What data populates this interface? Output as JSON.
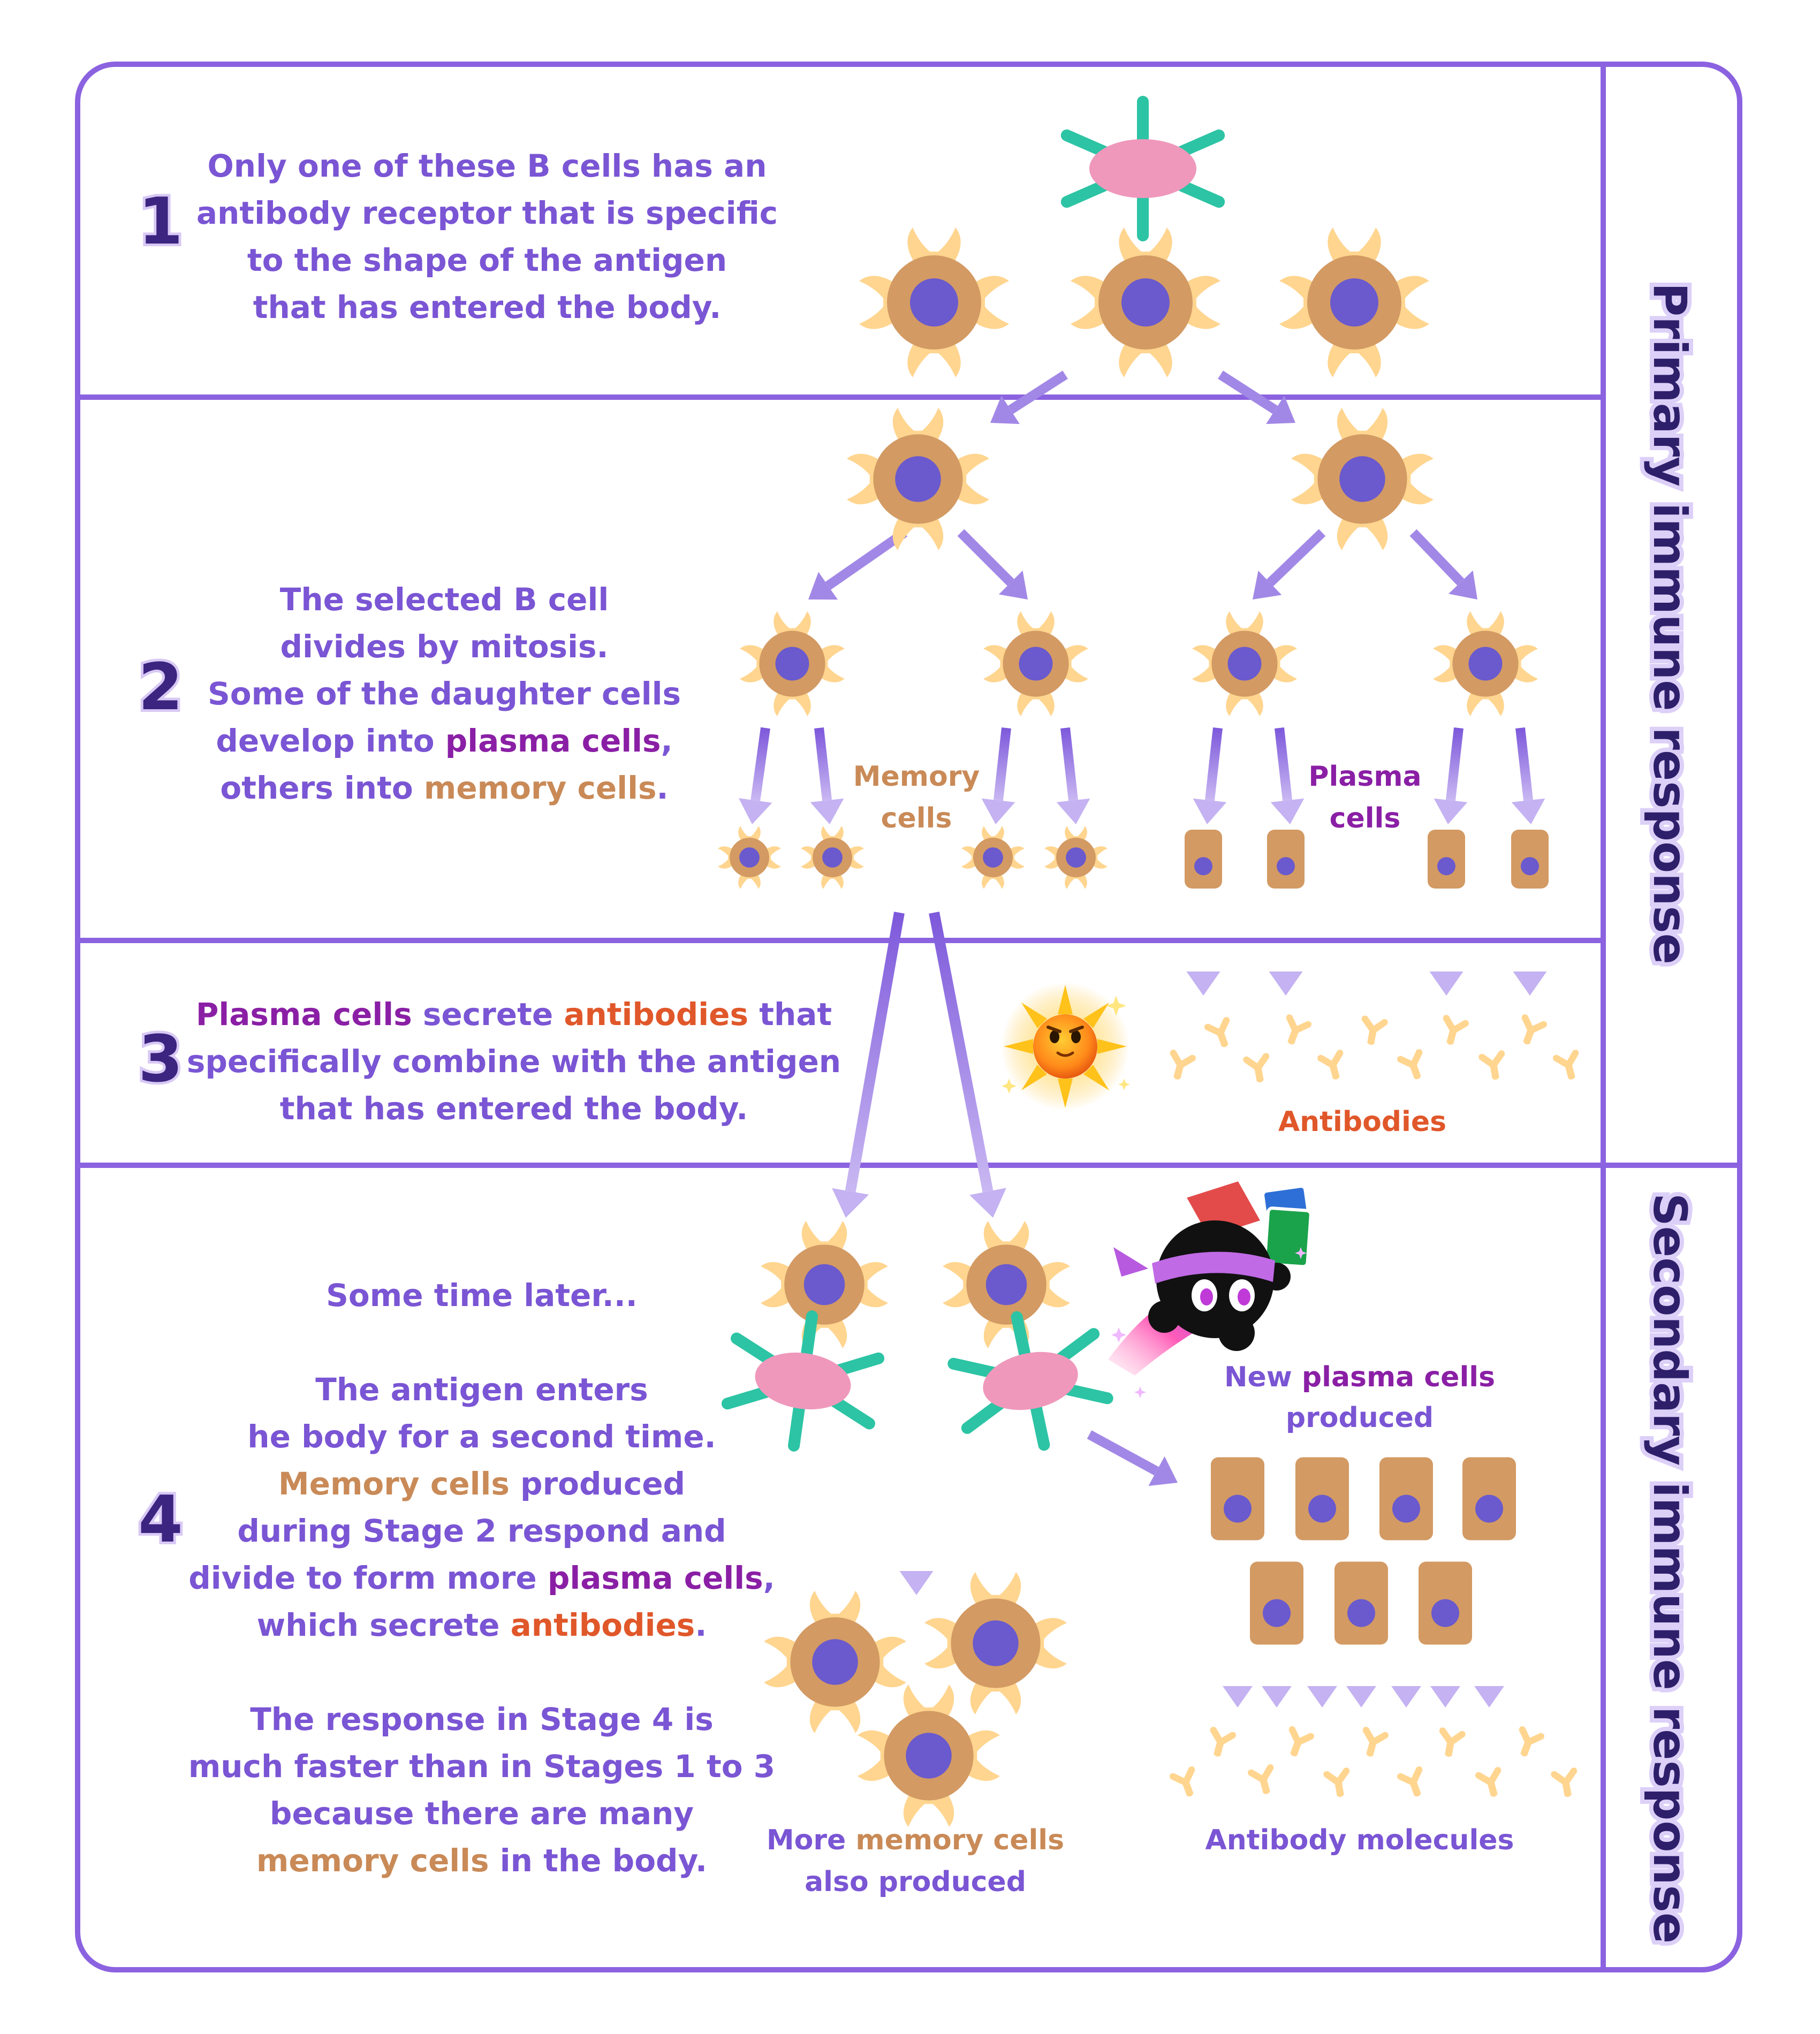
{
  "stages": [
    {
      "number": "1",
      "lines": [
        [
          {
            "t": "Only one of these B cells has an"
          }
        ],
        [
          {
            "t": "antibody receptor that is specific"
          }
        ],
        [
          {
            "t": "to the shape of the antigen"
          }
        ],
        [
          {
            "t": "that has entered the body."
          }
        ]
      ]
    },
    {
      "number": "2",
      "lines": [
        [
          {
            "t": "The selected B cell"
          }
        ],
        [
          {
            "t": "divides by mitosis."
          }
        ],
        [
          {
            "t": "Some of the daughter cells"
          }
        ],
        [
          {
            "t": "develop into "
          },
          {
            "t": "plasma cells",
            "c": "plasma"
          },
          {
            "t": ","
          }
        ],
        [
          {
            "t": "others into "
          },
          {
            "t": "memory cells",
            "c": "memory"
          },
          {
            "t": "."
          }
        ]
      ]
    },
    {
      "number": "3",
      "lines": [
        [
          {
            "t": "Plasma cells",
            "c": "plasma"
          },
          {
            "t": " secrete "
          },
          {
            "t": "antibodies",
            "c": "antibody"
          },
          {
            "t": " that"
          }
        ],
        [
          {
            "t": "specifically combine with the antigen"
          }
        ],
        [
          {
            "t": "that has entered the body."
          }
        ]
      ]
    },
    {
      "number": "4",
      "lines": [
        [
          {
            "t": "Some time later..."
          }
        ],
        [
          {
            "t": ""
          }
        ],
        [
          {
            "t": "The antigen enters"
          }
        ],
        [
          {
            "t": "he body for a second time."
          }
        ],
        [
          {
            "t": "Memory cells",
            "c": "memory"
          },
          {
            "t": " produced"
          }
        ],
        [
          {
            "t": "during Stage 2 respond and"
          }
        ],
        [
          {
            "t": "divide to form more "
          },
          {
            "t": "plasma cells",
            "c": "plasma"
          },
          {
            "t": ","
          }
        ],
        [
          {
            "t": "which secrete "
          },
          {
            "t": "antibodies",
            "c": "antibody"
          },
          {
            "t": "."
          }
        ],
        [
          {
            "t": ""
          }
        ],
        [
          {
            "t": "The response in Stage 4 is"
          }
        ],
        [
          {
            "t": "much faster than in Stages 1 to 3"
          }
        ],
        [
          {
            "t": "because there are many"
          }
        ],
        [
          {
            "t": "memory cells",
            "c": "memory"
          },
          {
            "t": " in the body."
          }
        ]
      ]
    }
  ],
  "side_labels": {
    "primary": "Primary immune response",
    "secondary": "Secondary immune response"
  },
  "labels": {
    "memory_cells": [
      "Memory",
      "cells"
    ],
    "plasma_cells": [
      "Plasma",
      "cells"
    ],
    "antibodies": "Antibodies",
    "new_plasma": [
      [
        {
          "t": "New "
        },
        {
          "t": "plasma cells",
          "c": "plasma"
        }
      ],
      [
        {
          "t": "produced",
          "c": "purple"
        }
      ]
    ],
    "more_memory": [
      [
        {
          "t": "More "
        },
        {
          "t": "memory cells",
          "c": "memory"
        }
      ],
      [
        {
          "t": "also produced",
          "c": "purple"
        }
      ]
    ],
    "antibody_molecules": "Antibody molecules"
  },
  "colors": {
    "frame": "#8b62e0",
    "text": "#7a55d4",
    "stage_number": "#3b2580",
    "memory": "#c98a57",
    "plasma": "#8a1fa5",
    "antibody": "#e0572a",
    "cell_body": "#d39a63",
    "cell_nucleus": "#6a5acd",
    "receptor": "#ffd58f",
    "antigen": "#ef98bb",
    "antigen_spikes": "#2cc4a4",
    "arrow": "#a288e6"
  },
  "icons": [
    "sun-mascot-icon",
    "ninja-mascot-icon"
  ]
}
